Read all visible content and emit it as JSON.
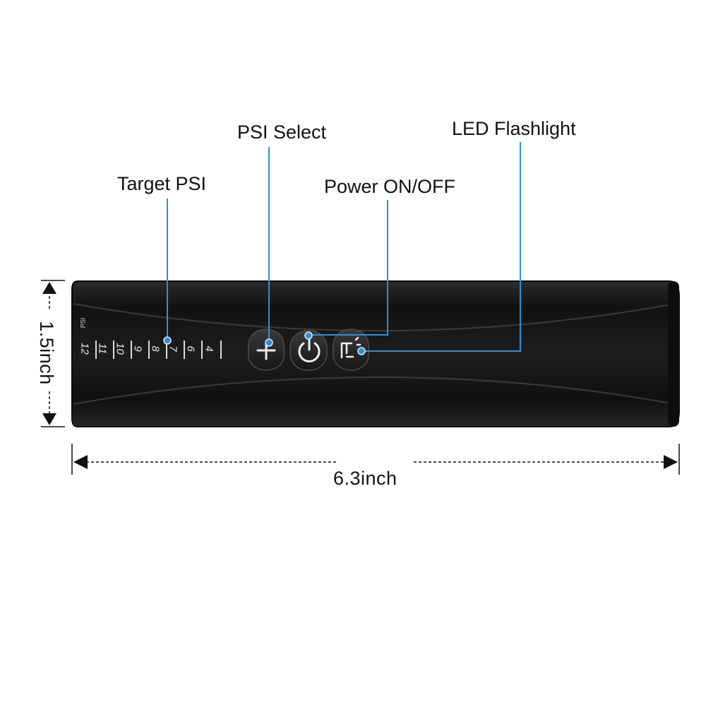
{
  "callouts": {
    "target_psi": "Target PSI",
    "psi_select": "PSI Select",
    "power": "Power ON/OFF",
    "led": "LED Flashlight"
  },
  "dimensions": {
    "width": "6.3inch",
    "height": "1.5inch"
  },
  "device": {
    "psi_unit": "PSI",
    "scale": [
      "12",
      "11",
      "10",
      "9",
      "8",
      "7",
      "6",
      "4"
    ],
    "body_color": "#141414",
    "callout_color": "#2f8fd6"
  },
  "icons": {
    "plus": "plus-icon",
    "power": "power-icon",
    "flashlight": "flashlight-icon"
  }
}
